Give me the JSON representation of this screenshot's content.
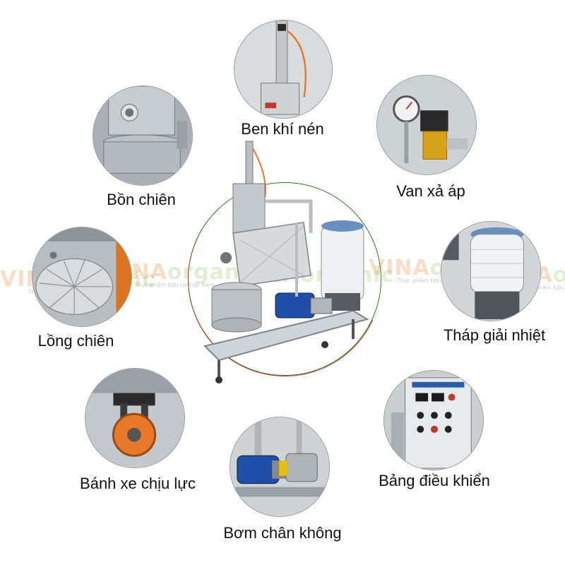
{
  "brand": {
    "logo_text": "VINAOrganic",
    "tagline": "Thực phẩm hữu cơ Việt Nam",
    "accent_green": "#6cb33f",
    "accent_orange": "#e8782a"
  },
  "center": {
    "ring_color_top": "#2a7a2a",
    "ring_color_bottom": "#c0392b"
  },
  "components": [
    {
      "id": "ben-khi-nen",
      "label": "Ben khí nén"
    },
    {
      "id": "bon-chien",
      "label": "Bồn chiên"
    },
    {
      "id": "van-xa-ap",
      "label": "Van xả áp"
    },
    {
      "id": "long-chien",
      "label": "Lồng chiên"
    },
    {
      "id": "thap-giai-nhiet",
      "label": "Tháp giải nhiệt"
    },
    {
      "id": "banh-xe-chiu-luc",
      "label": "Bánh xe chịu lực"
    },
    {
      "id": "bang-dieu-khien",
      "label": "Bảng điều khiển"
    },
    {
      "id": "bom-chan-khong",
      "label": "Bơm chân không"
    }
  ]
}
